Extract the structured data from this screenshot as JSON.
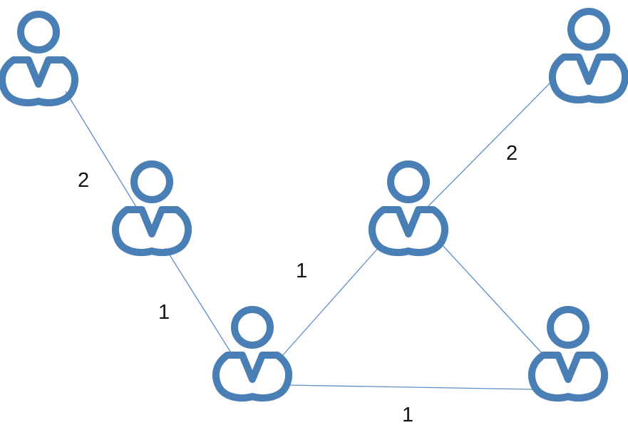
{
  "diagram": {
    "icon": "person-icon",
    "nodes": [
      {
        "id": "p1"
      },
      {
        "id": "p2"
      },
      {
        "id": "p3"
      },
      {
        "id": "p4"
      },
      {
        "id": "p5"
      },
      {
        "id": "p6"
      },
      {
        "id": "p7"
      }
    ],
    "edges": [
      {
        "from": "p1",
        "to": "p2",
        "label": "2"
      },
      {
        "from": "p2",
        "to": "p3",
        "label": "1"
      },
      {
        "from": "p3",
        "to": "p4",
        "label": "1"
      },
      {
        "from": "p4",
        "to": "p5",
        "label": "2"
      },
      {
        "from": "p4",
        "to": "p6",
        "label": ""
      },
      {
        "from": "p3",
        "to": "p6",
        "label": "1"
      }
    ],
    "colors": {
      "icon": "#4a7fb5",
      "edge": "#5b8fc7",
      "label": "#111111"
    }
  }
}
